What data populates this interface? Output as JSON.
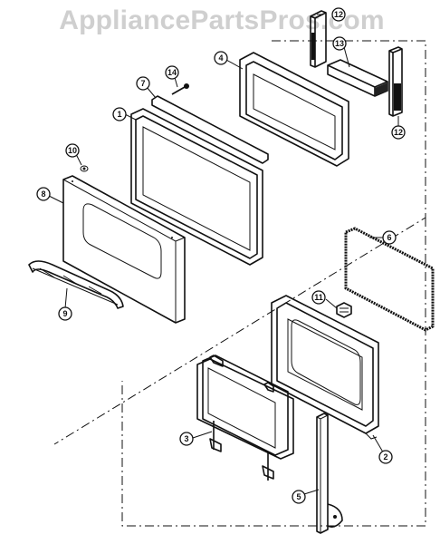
{
  "watermark": "AppliancePartsPros.com",
  "callouts": [
    "1",
    "2",
    "3",
    "4",
    "5",
    "6",
    "7",
    "8",
    "9",
    "10",
    "11",
    "12",
    "12",
    "13",
    "14"
  ]
}
